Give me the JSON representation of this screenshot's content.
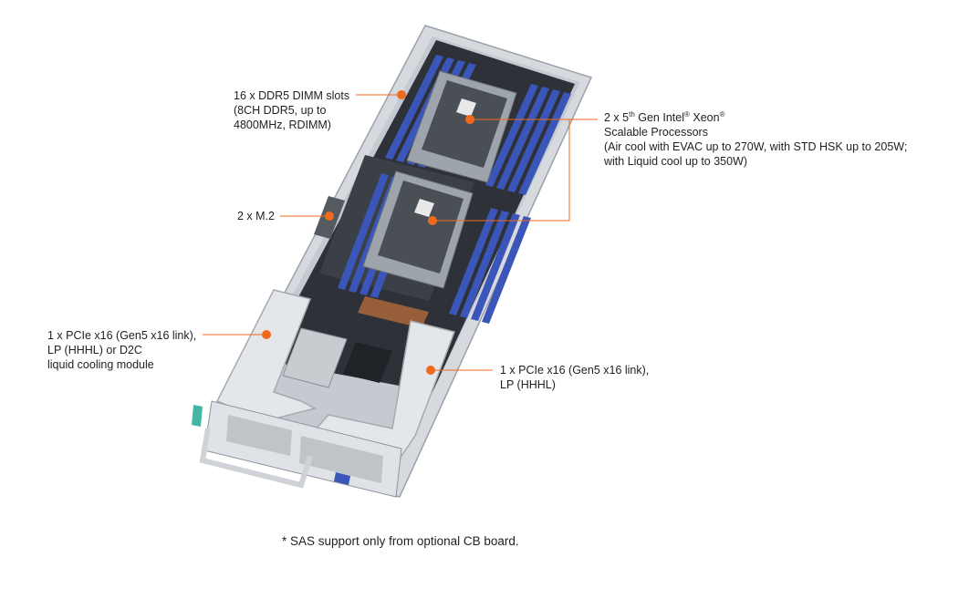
{
  "callouts": {
    "dimm": {
      "lines": [
        "16 x DDR5 DIMM slots",
        "(8CH DDR5, up to",
        "4800MHz, RDIMM)"
      ]
    },
    "m2": {
      "lines": [
        "2 x M.2"
      ]
    },
    "pcie_left": {
      "lines": [
        "1 x PCIe x16 (Gen5 x16 link),",
        "LP (HHHL) or D2C",
        "liquid cooling module"
      ]
    },
    "pcie_right": {
      "lines": [
        "1 x PCIe x16 (Gen5 x16 link),",
        "LP (HHHL)"
      ]
    },
    "cpu": {
      "prefix": "2 x 5",
      "th": "th",
      "gen": " Gen Intel",
      "reg1": "®",
      "xeon": " Xeon",
      "reg2": "®",
      "line2": "Scalable Processors",
      "line3": "(Air cool with EVAC up to 270W, with STD HSK up to 205W;",
      "line4": "with Liquid cool up to 350W)"
    }
  },
  "footnote": "* SAS support only from optional CB board.",
  "colors": {
    "accent": "#f06a1e",
    "chassis": "#d9dde2",
    "board": "#2b2f35",
    "dimm": "#3a56b8",
    "bracket": "#e6e9ec",
    "handle": "#45b5a6"
  }
}
